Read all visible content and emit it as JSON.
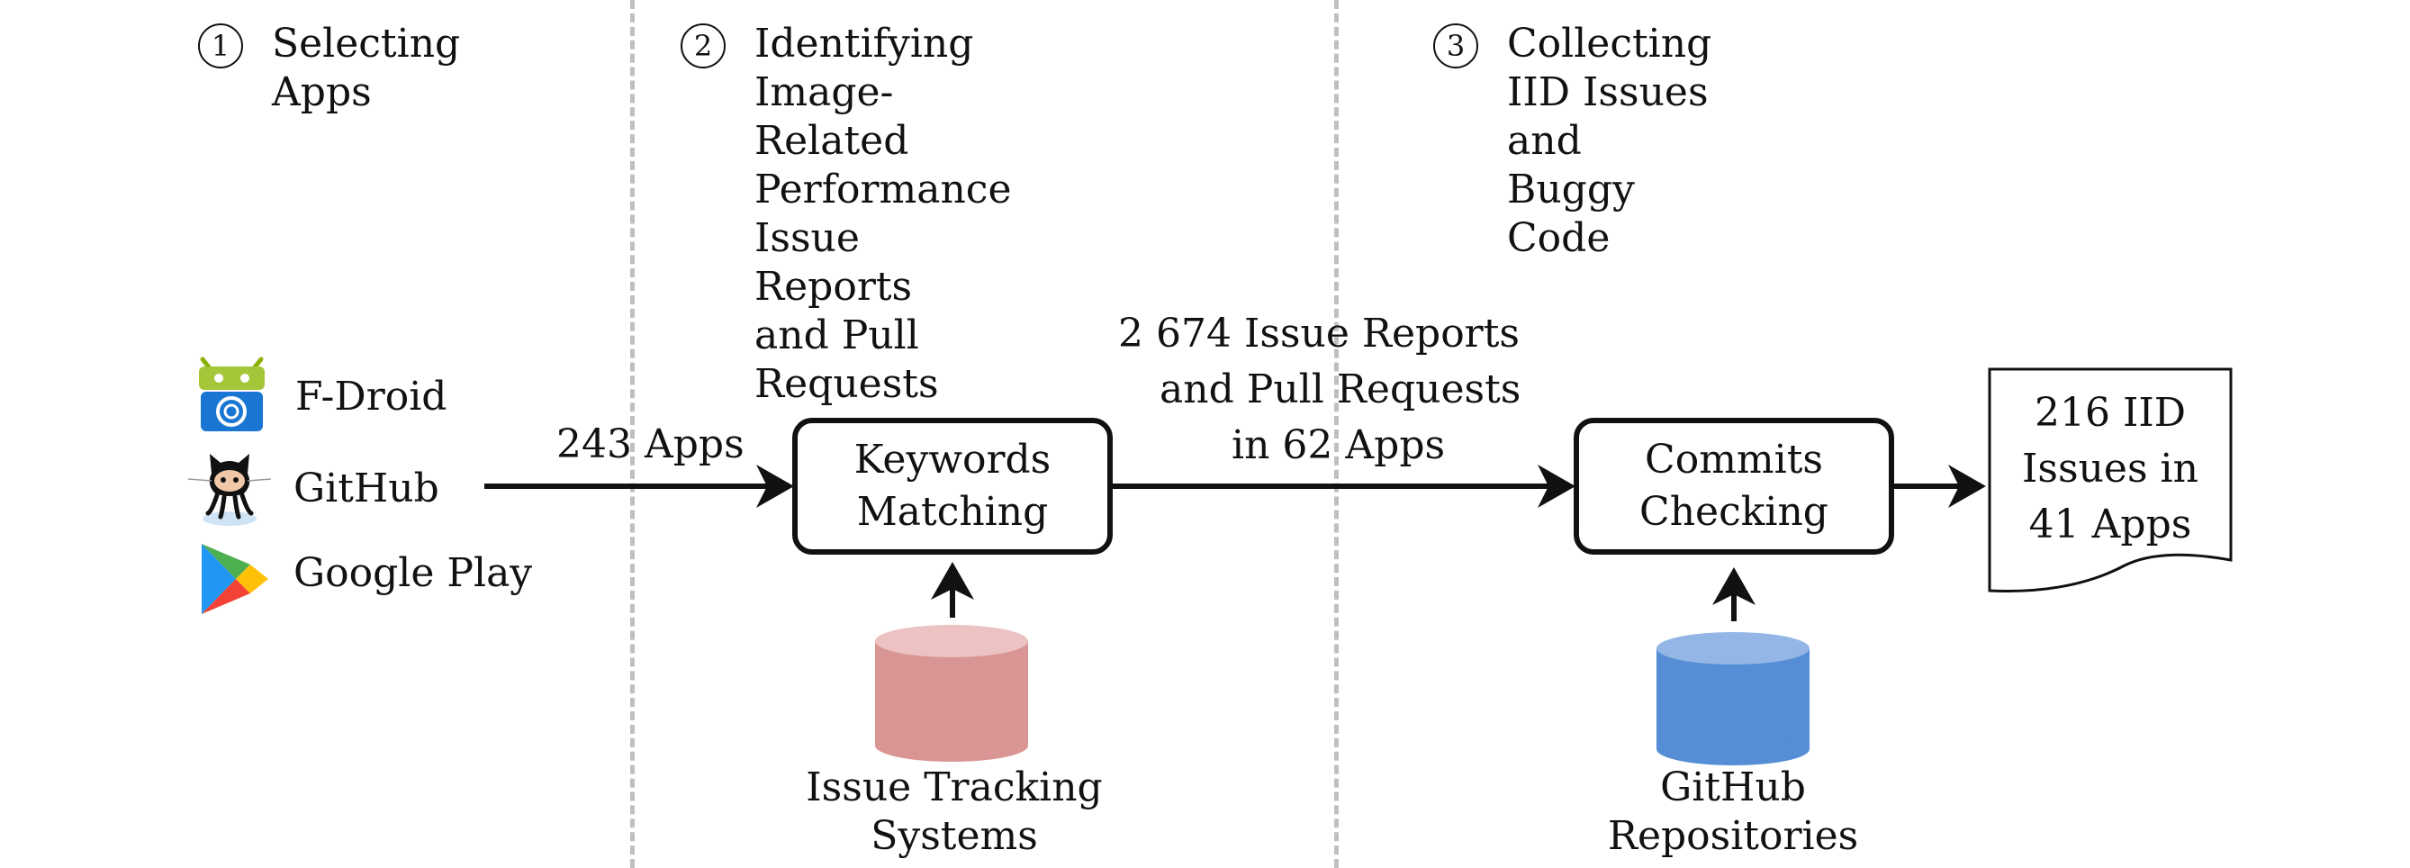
{
  "phases": [
    {
      "number": "1",
      "title": "Selecting Apps"
    },
    {
      "number": "2",
      "title": "Identifying Image-Related\nPerformance Issue Reports\nand Pull Requests"
    },
    {
      "number": "3",
      "title": "Collecting IID Issues\nand Buggy Code"
    }
  ],
  "sources": [
    {
      "name": "F-Droid",
      "icon": "f-droid-icon"
    },
    {
      "name": "GitHub",
      "icon": "github-octocat-icon"
    },
    {
      "name": "Google Play",
      "icon": "google-play-icon"
    }
  ],
  "flow": {
    "apps_label": "243 Apps",
    "keywords_box": "Keywords\nMatching",
    "reports_label_line1": "2 674 Issue Reports",
    "reports_label_line2": "and Pull Requests",
    "reports_label_line3": "in 62 Apps",
    "commits_box": "Commits\nChecking",
    "result_doc": "216 IID\nIssues in\n41 Apps"
  },
  "databases": [
    {
      "label_line1": "Issue Tracking",
      "label_line2": "Systems",
      "color": "#d99594"
    },
    {
      "label_line1": "GitHub",
      "label_line2": "Repositories",
      "color": "#558ed5"
    }
  ],
  "colors": {
    "divider": "#bfbfbf",
    "arrow": "#111111"
  }
}
